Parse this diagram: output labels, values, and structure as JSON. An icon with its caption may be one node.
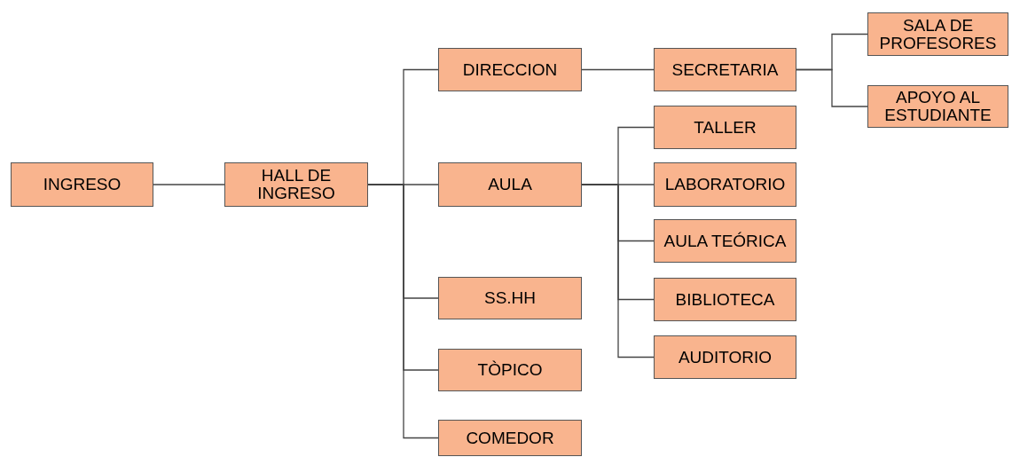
{
  "diagram": {
    "nodes": [
      {
        "text": [
          "INGRESO"
        ]
      },
      {
        "text": [
          "HALL DE INGRESO"
        ]
      },
      {
        "text": [
          "DIRECCION"
        ]
      },
      {
        "text": [
          "AULA"
        ]
      },
      {
        "text": [
          "SS.HH"
        ]
      },
      {
        "text": [
          "TÒPICO"
        ]
      },
      {
        "text": [
          "COMEDOR"
        ]
      },
      {
        "text": [
          "SECRETARIA"
        ]
      },
      {
        "text": [
          "TALLER"
        ]
      },
      {
        "text": [
          "LABORATORIO"
        ]
      },
      {
        "text": [
          "AULA TEÓRICA"
        ]
      },
      {
        "text": [
          "BIBLIOTECA"
        ]
      },
      {
        "text": [
          "AUDITORIO"
        ]
      },
      {
        "text": [
          "SALA DE PROFESORES"
        ]
      },
      {
        "text": [
          "APOYO AL ESTUDIANTE"
        ]
      }
    ],
    "edges": [
      {
        "from": 0,
        "to": 1,
        "arrow": "none"
      },
      {
        "from": 1,
        "to": 2,
        "arrow": "none"
      },
      {
        "from": 1,
        "to": 3,
        "arrow": "none"
      },
      {
        "from": 1,
        "to": 4,
        "arrow": "none"
      },
      {
        "from": 1,
        "to": 5,
        "arrow": "none"
      },
      {
        "from": 1,
        "to": 6,
        "arrow": "none"
      },
      {
        "from": 2,
        "to": 7,
        "arrow": "none"
      },
      {
        "from": 3,
        "to": 8,
        "arrow": "none"
      },
      {
        "from": 3,
        "to": 9,
        "arrow": "none"
      },
      {
        "from": 3,
        "to": 10,
        "arrow": "none"
      },
      {
        "from": 3,
        "to": 11,
        "arrow": "none"
      },
      {
        "from": 3,
        "to": 12,
        "arrow": "none"
      },
      {
        "from": 7,
        "to": 13,
        "arrow": "none"
      },
      {
        "from": 7,
        "to": 14,
        "arrow": "none"
      }
    ]
  }
}
